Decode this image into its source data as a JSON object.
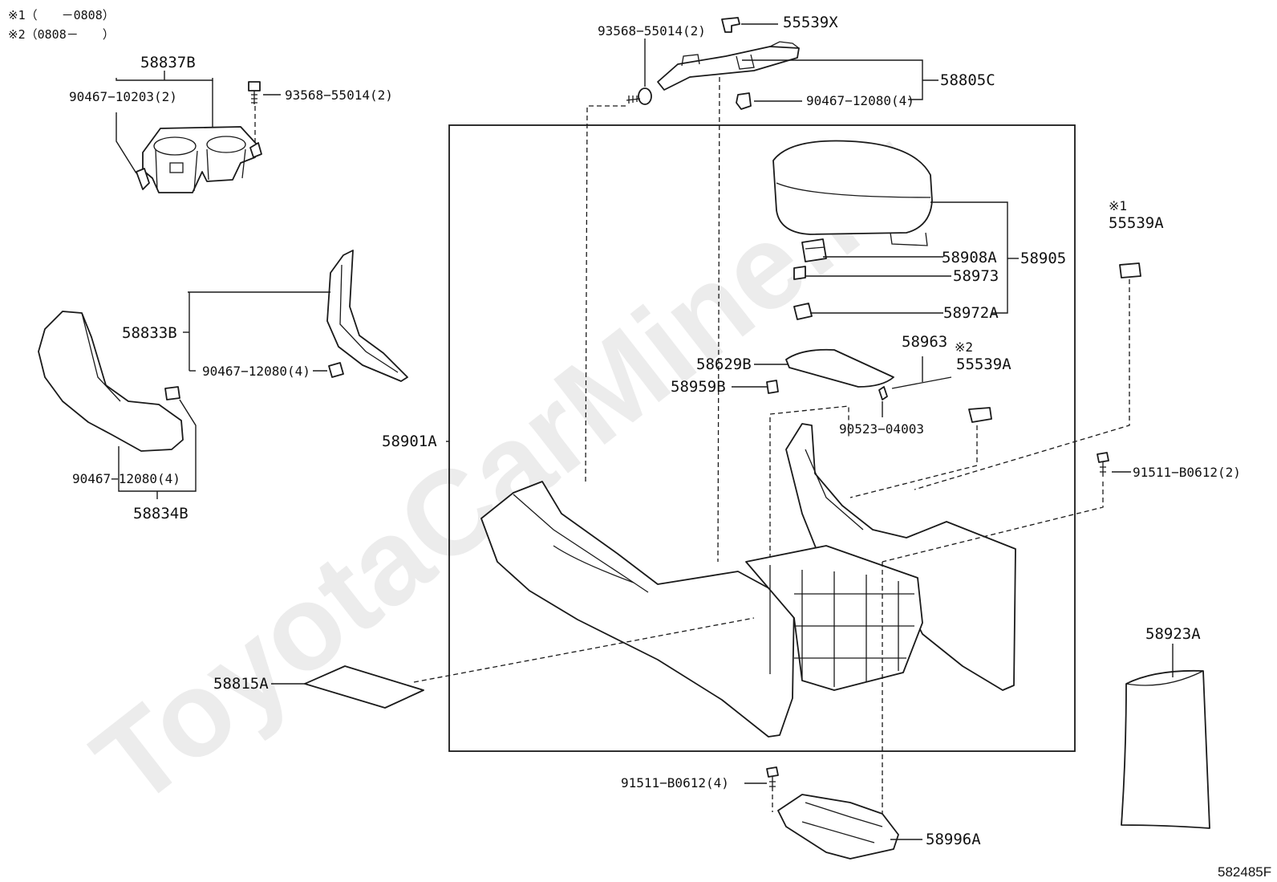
{
  "watermark": "ToyotaCarMine.ru",
  "notes": {
    "n1": "※1（　　－0808）",
    "n2": "※2（0808－　　）"
  },
  "diagram_code": "582485F",
  "labels": {
    "l_58837B": "58837B",
    "l_90467_10203": "90467−10203(2)",
    "l_93568_55014_left": "93568−55014(2)",
    "l_93568_55014_top": "93568−55014(2)",
    "l_55539X": "55539X",
    "l_58805C": "58805C",
    "l_90467_12080_top": "90467−12080(4)",
    "l_58833B": "58833B",
    "l_90467_12080_mid": "90467−12080(4)",
    "l_90467_12080_low": "90467−12080(4)",
    "l_58834B": "58834B",
    "l_58908A": "58908A",
    "l_58905": "58905",
    "l_58973": "58973",
    "l_58972A": "58972A",
    "l_58963": "58963",
    "l_58629B": "58629B",
    "l_58959B": "58959B",
    "l_90523_04003": "90523−04003",
    "l_55539A_n2_mark": "※2",
    "l_55539A_n2": "55539A",
    "l_55539A_n1_mark": "※1",
    "l_55539A_n1": "55539A",
    "l_58901A": "58901A",
    "l_91511_B0612_2": "91511−B0612(2)",
    "l_58815A": "58815A",
    "l_58923A": "58923A",
    "l_91511_B0612_4": "91511−B0612(4)",
    "l_58996A": "58996A"
  }
}
